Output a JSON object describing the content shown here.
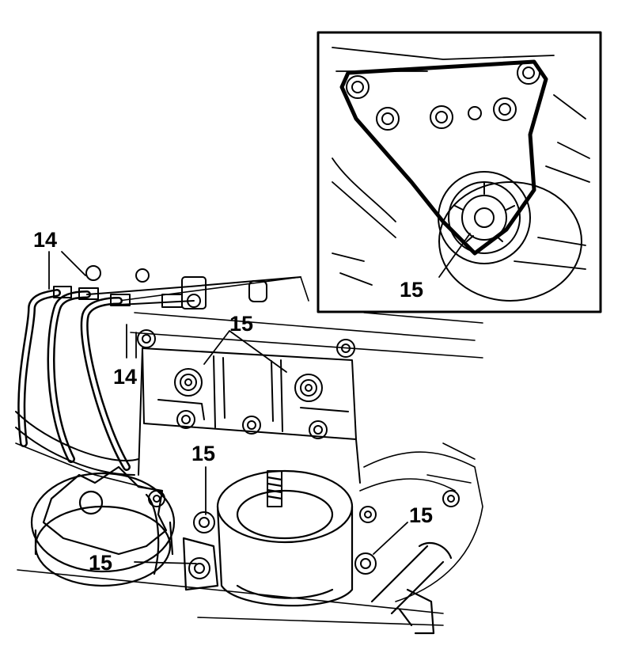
{
  "figure": {
    "callouts": [
      {
        "id": "c1",
        "text": "14"
      },
      {
        "id": "c2",
        "text": "14"
      },
      {
        "id": "c3",
        "text": "15"
      },
      {
        "id": "c4",
        "text": "15"
      },
      {
        "id": "c5",
        "text": "15"
      },
      {
        "id": "c6",
        "text": "15"
      },
      {
        "id": "c7",
        "text": "15"
      }
    ],
    "colors": {
      "ink": "#000000",
      "paper": "#ffffff"
    }
  }
}
